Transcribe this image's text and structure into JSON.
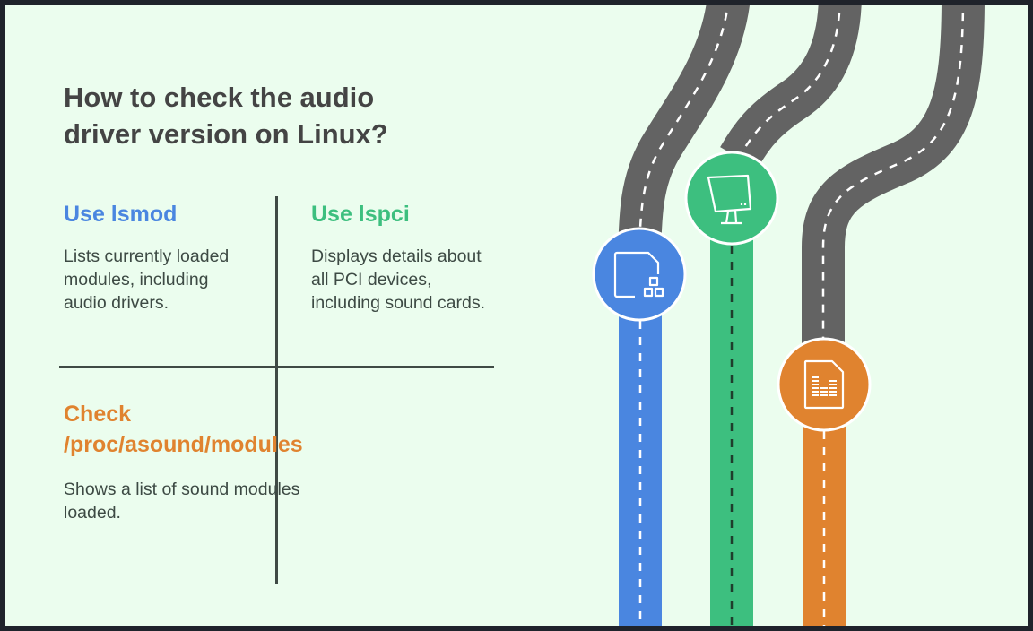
{
  "title": "How to check the audio driver version on Linux?",
  "methods": [
    {
      "heading": "Use lsmod",
      "description": "Lists currently loaded modules, including audio drivers.",
      "icon": "file-with-blocks-icon",
      "color": "#4a86e0"
    },
    {
      "heading": "Use lspci",
      "description": "Displays details about all PCI devices, including sound cards.",
      "icon": "monitor-icon",
      "color": "#3dbf7f"
    },
    {
      "heading": "Check /proc/asound/modules",
      "description": "Shows a list of sound modules loaded.",
      "icon": "audio-file-equalizer-icon",
      "color": "#e0832f"
    }
  ],
  "colors": {
    "background": "#ebfdee",
    "road": "#636363",
    "text": "#444444",
    "divider": "#3f4a45"
  }
}
